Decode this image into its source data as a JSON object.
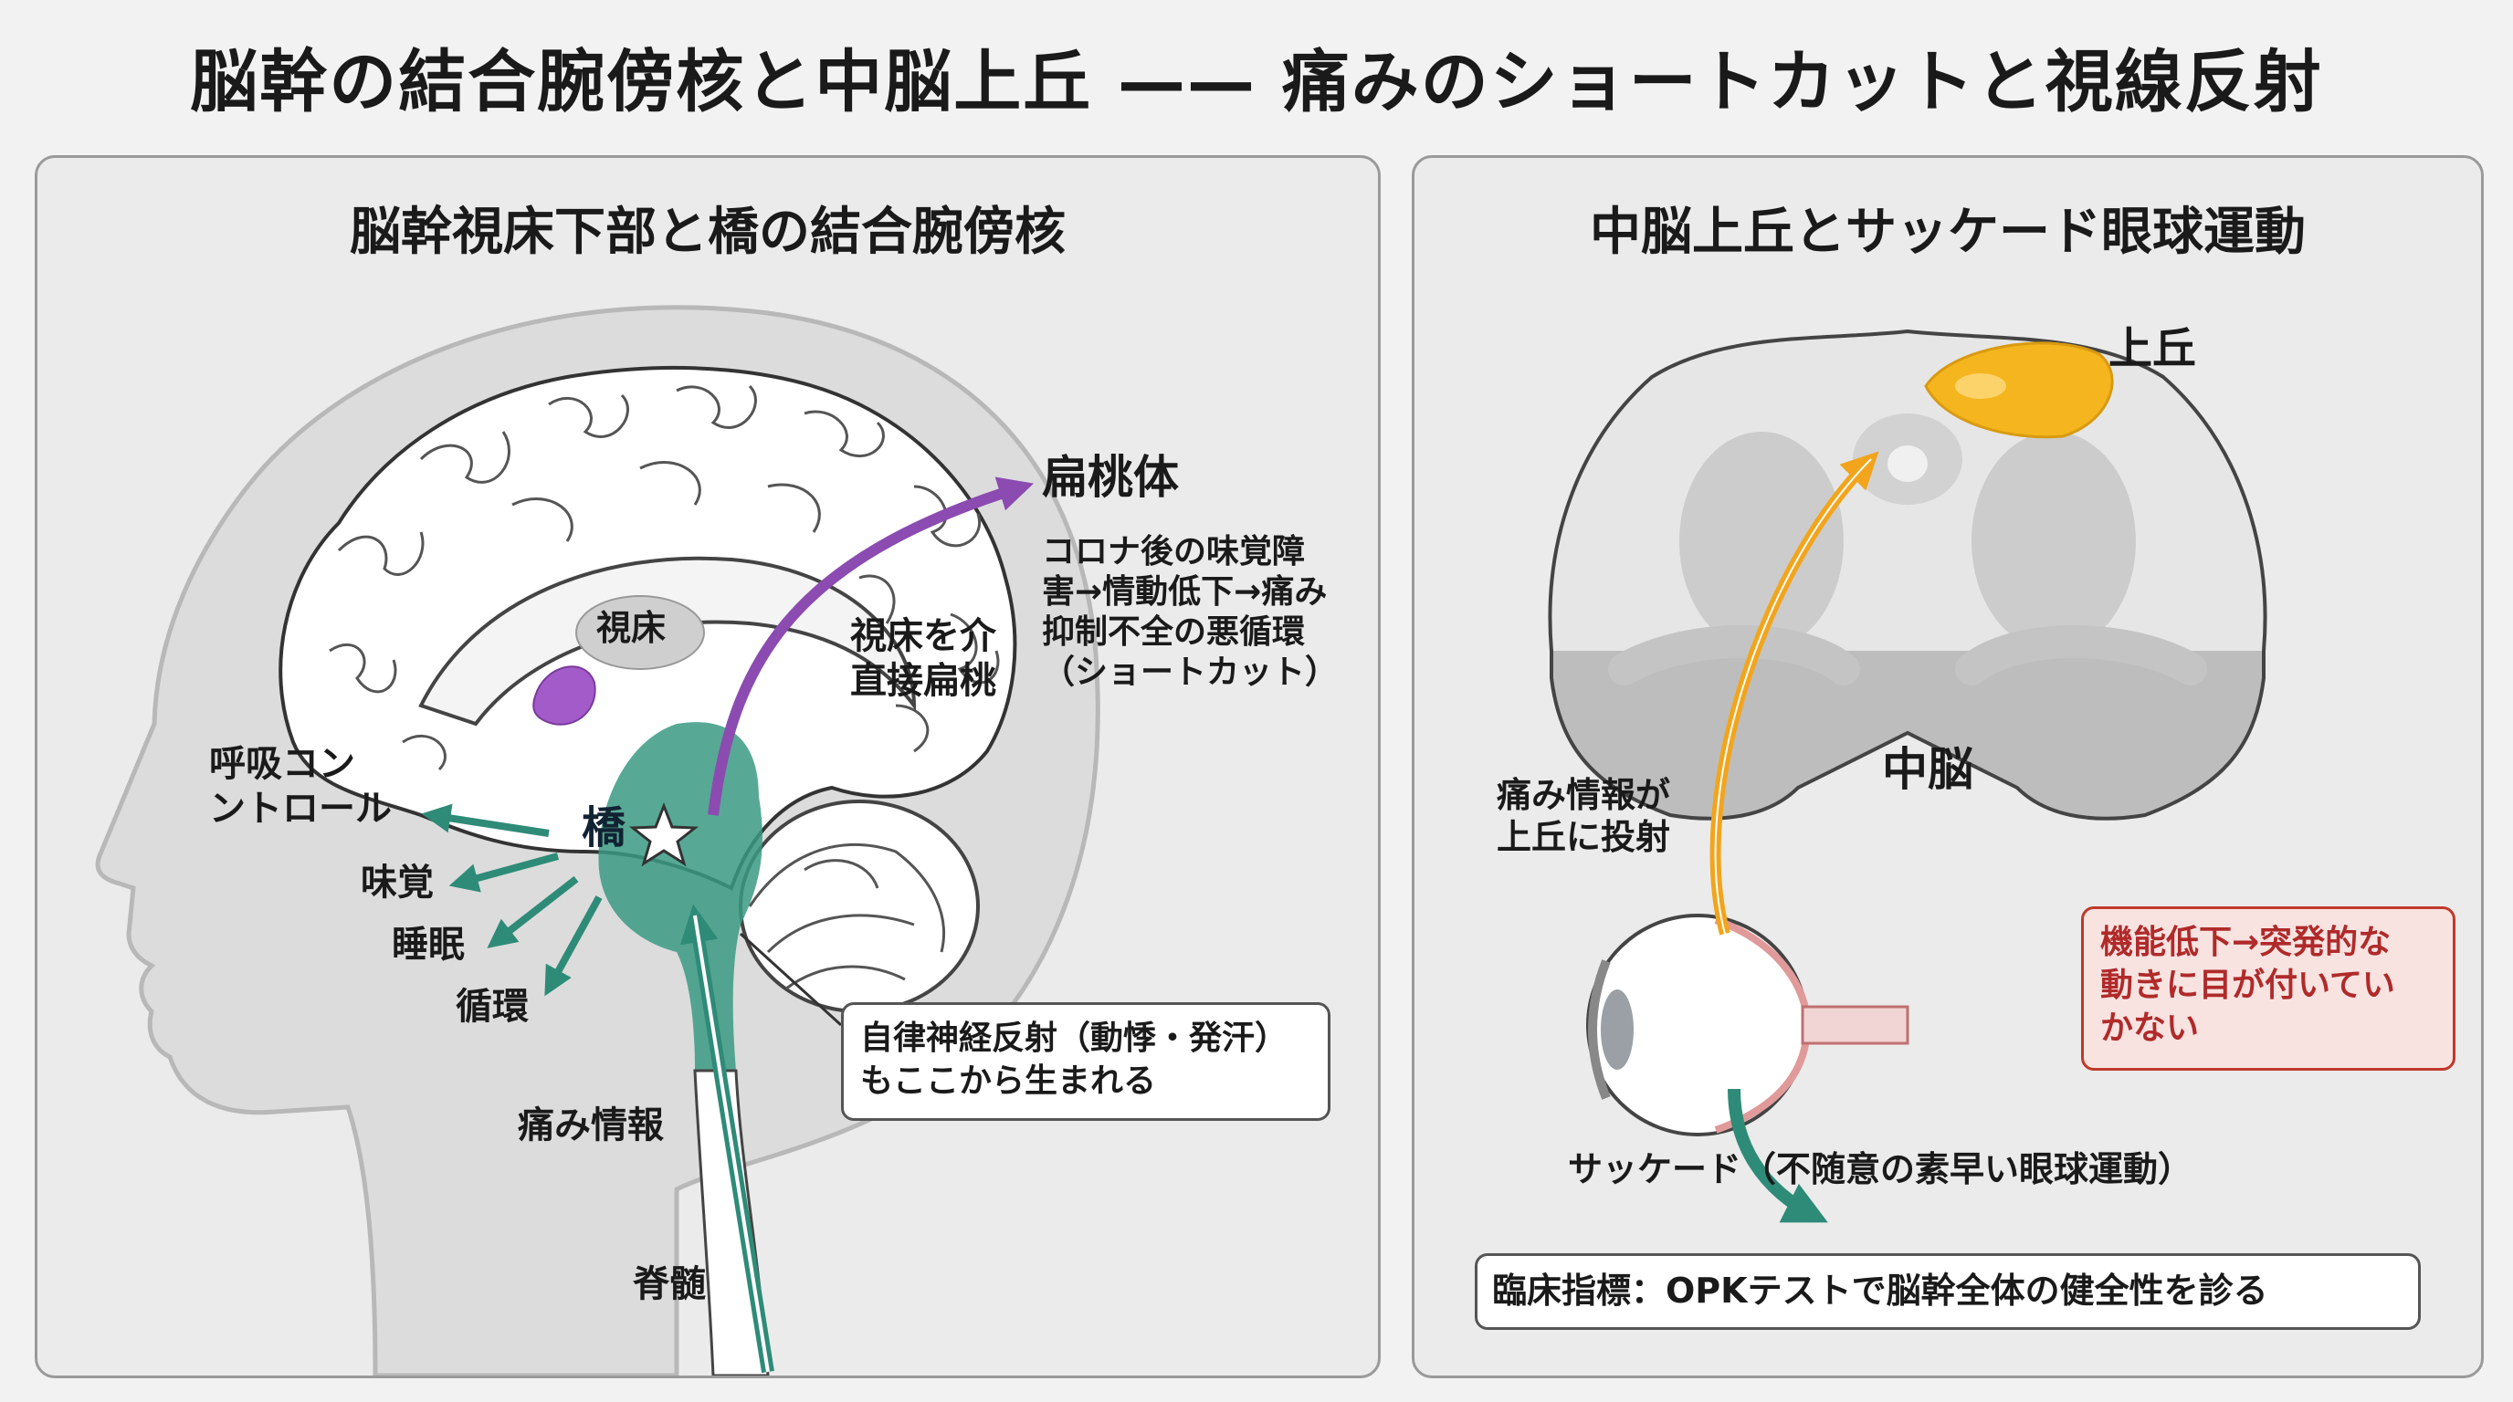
{
  "title": "脳幹の結合腕傍核と中脳上丘 —— 痛みのショートカットと視線反射",
  "left_panel": {
    "title": "脳幹視床下部と橋の結合腕傍核",
    "labels": {
      "thalamus": "視床",
      "pons": "橋",
      "amygdala": "扁桃体",
      "via_thalamus": "視床を介\n直接扁桃",
      "vicious_cycle": "コロナ後の味覚障\n害→情動低下→痛み\n抑制不全の悪循環\n（ショートカット）",
      "respiration": "呼吸コン\nントロール",
      "taste": "味覚",
      "sleep": "睡眠",
      "circulation": "循環",
      "pain_info": "痛み情報",
      "spinal_cord": "脊髄",
      "autonomic_box": "自律神経反射（動悸・発汗）\nもここから生まれる"
    }
  },
  "right_panel": {
    "title": "中脳上丘とサッケード眼球運動",
    "labels": {
      "superior_colliculus": "上丘",
      "midbrain": "中脳",
      "pain_projection": "痛み情報が\n上丘に投射",
      "saccade": "サッケード（不随意の素早い眼球運動）",
      "dysfunction_box": "機能低下→突発的な\n動きに目が付いてい\nかない",
      "clinical_box": "臨床指標：OPKテストで脳幹全体の健全性を診る"
    }
  },
  "colors": {
    "teal": "#2e8b78",
    "purple": "#8b4bb0",
    "orange": "#f2a51c",
    "red": "#c0392b",
    "red_bg": "#f8e3e1"
  }
}
